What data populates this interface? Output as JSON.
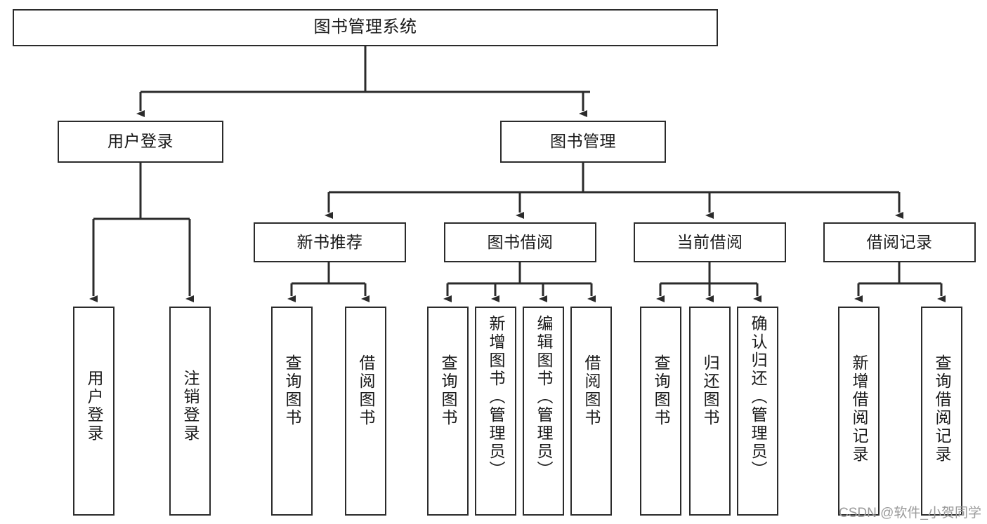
{
  "diagram": {
    "title": "图书管理系统",
    "type": "hierarchy-tree",
    "orientation": "top-down",
    "colors": {
      "stroke": "#2b2b2b",
      "fill": "#ffffff",
      "text": "#1a1a1a",
      "watermark": "#9a9a9a"
    },
    "root": {
      "label": "图书管理系统"
    },
    "level2": [
      {
        "label": "用户登录"
      },
      {
        "label": "图书管理"
      }
    ],
    "level3": [
      {
        "label": "新书推荐"
      },
      {
        "label": "图书借阅"
      },
      {
        "label": "当前借阅"
      },
      {
        "label": "借阅记录"
      }
    ],
    "leaves": {
      "user_login": [
        {
          "label": "用户登录"
        },
        {
          "label": "注销登录"
        }
      ],
      "new_book_recommend": [
        {
          "label": "查询图书"
        },
        {
          "label": "借阅图书"
        }
      ],
      "book_borrow": [
        {
          "label": "查询图书"
        },
        {
          "label": "新增图书（管理员）"
        },
        {
          "label": "编辑图书（管理员）"
        },
        {
          "label": "借阅图书"
        }
      ],
      "current_borrow": [
        {
          "label": "查询图书"
        },
        {
          "label": "归还图书"
        },
        {
          "label": "确认归还（管理员）"
        }
      ],
      "borrow_record": [
        {
          "label": "新增借阅记录"
        },
        {
          "label": "查询借阅记录"
        }
      ]
    }
  },
  "watermark": {
    "text": "CSDN @软件_小贺同学"
  }
}
